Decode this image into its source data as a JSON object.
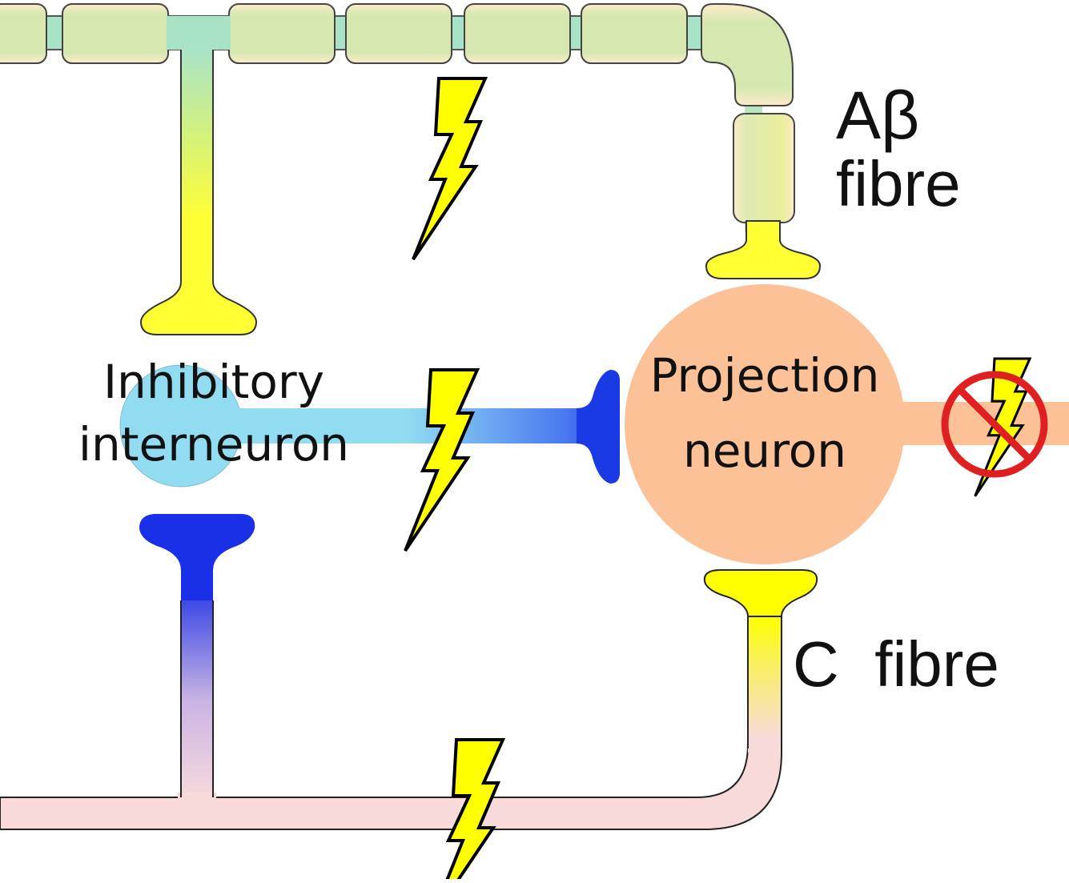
{
  "neurons": {
    "inhibitory": {
      "line1": "Inhibitory",
      "line2": "interneuron"
    },
    "projection": {
      "line1": "Projection",
      "line2": "neuron"
    }
  },
  "fibres": {
    "abeta": {
      "line1": "Aβ",
      "line2": "fibre"
    },
    "c": {
      "label": "C  fibre"
    }
  },
  "colors": {
    "abeta_axon_top": "#a8e3c8",
    "abeta_terminal": "#ffff33",
    "myelin_fill": "#d6e8b0",
    "myelin_edge": "#fbe9c4",
    "interneuron_body": "#92dcf2",
    "inhibitory_terminal": "#1a3ae6",
    "projection_body": "#fcc196",
    "c_fibre_axon": "#f8dadb",
    "bolt": "#ffff00",
    "blocked_symbol": "#e02020"
  },
  "icons": [
    "lightning-bolt-icon",
    "no-signal-icon"
  ]
}
